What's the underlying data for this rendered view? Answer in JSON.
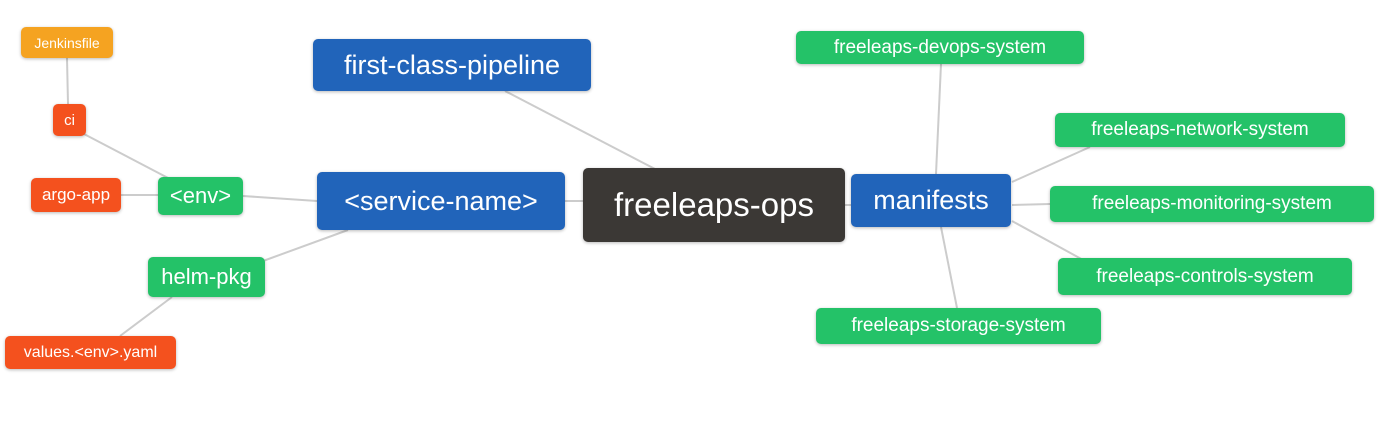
{
  "diagram": {
    "type": "mindmap",
    "root_label": "freeleaps-ops"
  },
  "colors": {
    "blue": "#2164ba",
    "green": "#24c268",
    "orange": "#f5a321",
    "red": "#f4511e",
    "dark": "#3b3835",
    "edge": "#cccccc",
    "node_text": "#ffffff",
    "background": "#ffffff"
  },
  "nodes": {
    "freeleaps_ops": {
      "label": "freeleaps-ops",
      "color": "dark"
    },
    "first_class_pipeline": {
      "label": "first-class-pipeline",
      "color": "blue"
    },
    "service_name": {
      "label": "<service-name>",
      "color": "blue"
    },
    "manifests": {
      "label": "manifests",
      "color": "blue"
    },
    "env": {
      "label": "<env>",
      "color": "green"
    },
    "helm_pkg": {
      "label": "helm-pkg",
      "color": "green"
    },
    "argo_app": {
      "label": "argo-app",
      "color": "red"
    },
    "ci": {
      "label": "ci",
      "color": "red"
    },
    "jenkinsfile": {
      "label": "Jenkinsfile",
      "color": "orange"
    },
    "values_env_yaml": {
      "label": "values.<env>.yaml",
      "color": "red"
    },
    "devops_system": {
      "label": "freeleaps-devops-system",
      "color": "green"
    },
    "network_system": {
      "label": "freeleaps-network-system",
      "color": "green"
    },
    "monitoring_system": {
      "label": "freeleaps-monitoring-system",
      "color": "green"
    },
    "controls_system": {
      "label": "freeleaps-controls-system",
      "color": "green"
    },
    "storage_system": {
      "label": "freeleaps-storage-system",
      "color": "green"
    }
  },
  "edges": [
    [
      "jenkinsfile",
      "ci"
    ],
    [
      "ci",
      "env"
    ],
    [
      "argo_app",
      "env"
    ],
    [
      "env",
      "service_name"
    ],
    [
      "first_class_pipeline",
      "freeleaps_ops"
    ],
    [
      "service_name",
      "freeleaps_ops"
    ],
    [
      "service_name",
      "helm_pkg"
    ],
    [
      "helm_pkg",
      "values_env_yaml"
    ],
    [
      "freeleaps_ops",
      "manifests"
    ],
    [
      "manifests",
      "devops_system"
    ],
    [
      "manifests",
      "network_system"
    ],
    [
      "manifests",
      "monitoring_system"
    ],
    [
      "manifests",
      "controls_system"
    ],
    [
      "manifests",
      "storage_system"
    ]
  ]
}
